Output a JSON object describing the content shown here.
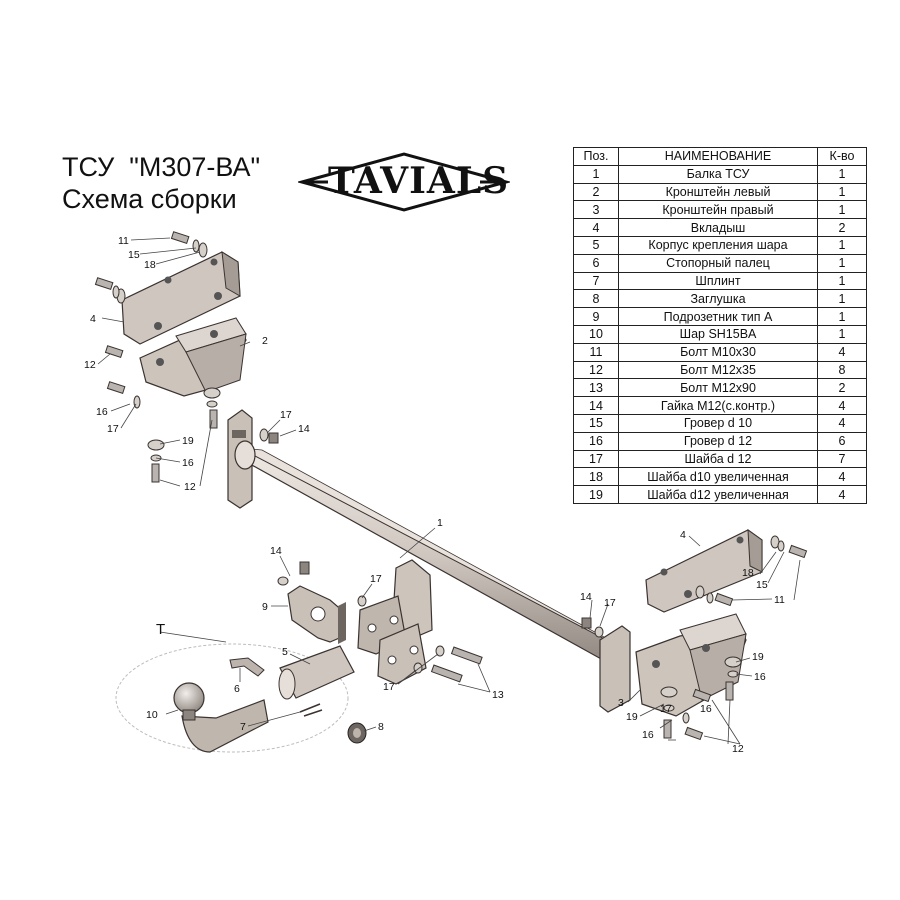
{
  "header": {
    "title": "ТСУ  \"М307-ВА\"",
    "subtitle": "Схема сборки",
    "logo_text": "TAVIALS"
  },
  "parts_table": {
    "headers": [
      "Поз.",
      "НАИМЕНОВАНИЕ",
      "К-во"
    ],
    "rows": [
      {
        "pos": "1",
        "name": "Балка ТСУ",
        "qty": "1"
      },
      {
        "pos": "2",
        "name": "Кронштейн левый",
        "qty": "1"
      },
      {
        "pos": "3",
        "name": "Кронштейн правый",
        "qty": "1"
      },
      {
        "pos": "4",
        "name": "Вкладыш",
        "qty": "2"
      },
      {
        "pos": "5",
        "name": "Корпус крепления шара",
        "qty": "1"
      },
      {
        "pos": "6",
        "name": "Стопорный палец",
        "qty": "1"
      },
      {
        "pos": "7",
        "name": "Шплинт",
        "qty": "1"
      },
      {
        "pos": "8",
        "name": "Заглушка",
        "qty": "1"
      },
      {
        "pos": "9",
        "name": "Подрозетник тип А",
        "qty": "1"
      },
      {
        "pos": "10",
        "name": "Шар SH15BA",
        "qty": "1"
      },
      {
        "pos": "11",
        "name": "Болт М10х30",
        "qty": "4"
      },
      {
        "pos": "12",
        "name": "Болт М12х35",
        "qty": "8"
      },
      {
        "pos": "13",
        "name": "Болт М12х90",
        "qty": "2"
      },
      {
        "pos": "14",
        "name": "Гайка М12(с.контр.)",
        "qty": "4"
      },
      {
        "pos": "15",
        "name": "Гровер d 10",
        "qty": "4"
      },
      {
        "pos": "16",
        "name": "Гровер d 12",
        "qty": "6"
      },
      {
        "pos": "17",
        "name": "Шайба d 12",
        "qty": "7"
      },
      {
        "pos": "18",
        "name": "Шайба d10 увеличенная",
        "qty": "4"
      },
      {
        "pos": "19",
        "name": "Шайба d12 увеличенная",
        "qty": "4"
      }
    ]
  },
  "callouts": {
    "group_T": "T",
    "n1": "1",
    "n2": "2",
    "n3": "3",
    "n4": "4",
    "n5": "5",
    "n6": "6",
    "n7": "7",
    "n8": "8",
    "n9": "9",
    "n10": "10",
    "n11": "11",
    "n12": "12",
    "n13": "13",
    "n14": "14",
    "n15": "15",
    "n16": "16",
    "n17": "17",
    "n18": "18",
    "n19": "19"
  },
  "colors": {
    "part_fill": "#cfc6bf",
    "part_stroke": "#3a3330",
    "bolt_fill": "#b9b4b0",
    "dark": "#2a2a2a"
  }
}
